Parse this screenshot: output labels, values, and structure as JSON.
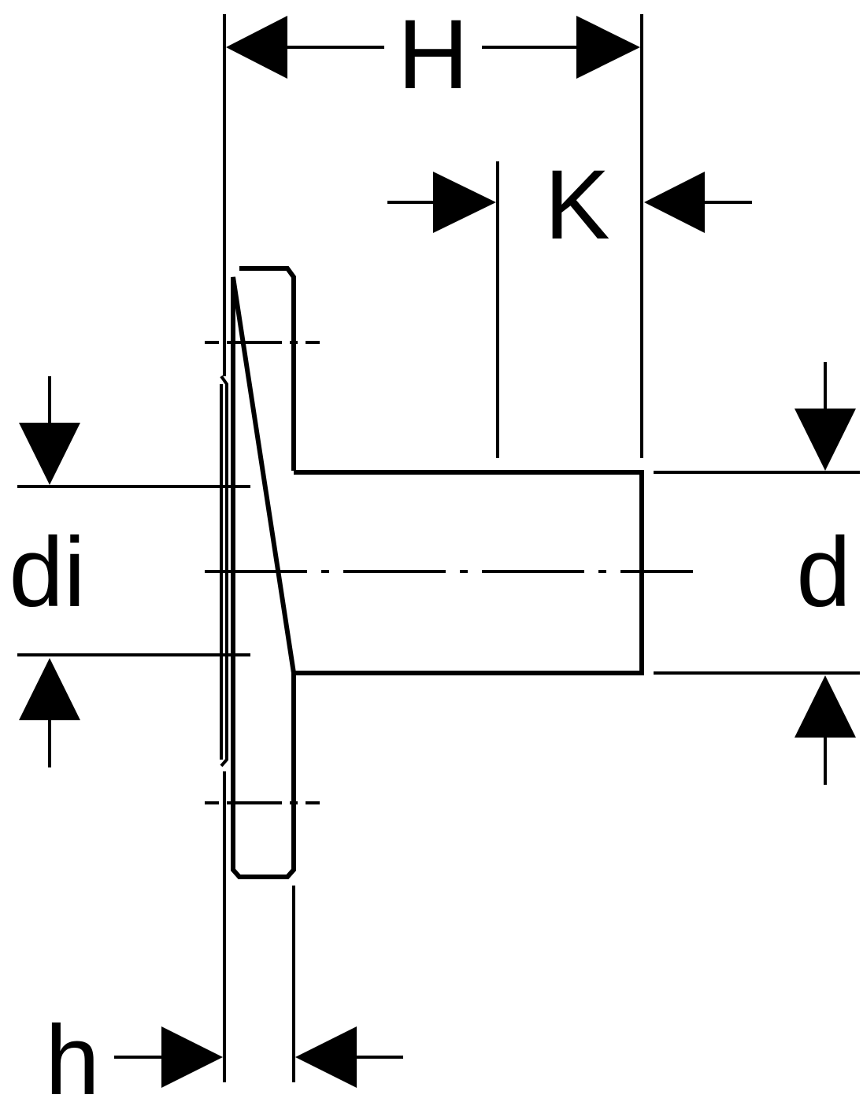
{
  "dimensions": {
    "H": "H",
    "K": "K",
    "di": "di",
    "d": "d",
    "h": "h"
  },
  "colors": {
    "line": "#000000",
    "background": "#ffffff"
  }
}
